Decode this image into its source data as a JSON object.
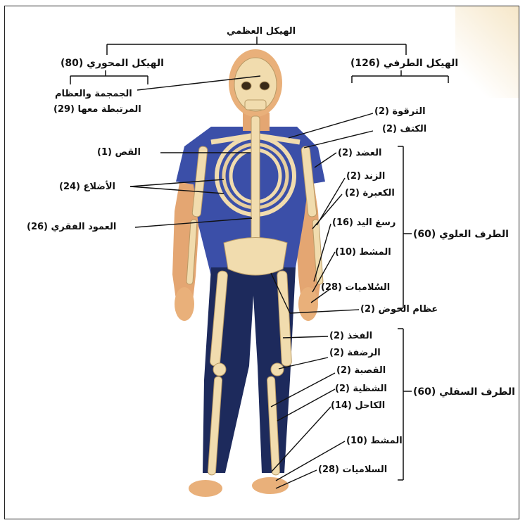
{
  "title": "الهيكل العظمي",
  "axial": {
    "title": "الهيكل المحوري (80)"
  },
  "appendicular": {
    "title": "الهيكل الطرفي (126)"
  },
  "labels": {
    "skull_line1": "الجمجمة والعظام",
    "skull_line2": "المرتبطة معها (29)",
    "sternum": "القص (1)",
    "ribs": "الأضلاع (24)",
    "spine": "العمود الفقري (26)",
    "clavicle": "الترقوة (2)",
    "scapula": "الكتف (2)",
    "humerus": "العضد (2)",
    "ulna": "الزند (2)",
    "radius": "الكعبرة (2)",
    "carpals": "رسغ اليد (16)",
    "metacarpals": "المشط (10)",
    "hand_phalanges": "السُلاميات (28)",
    "upper_limb": "الطرف العلوي (60)",
    "pelvis": "عظام الحوض (2)",
    "femur": "الفخذ (2)",
    "patella": "الرضفة (2)",
    "tibia": "القصبة (2)",
    "fibula": "الشظية (2)",
    "tarsals": "الكاحل (14)",
    "metatarsals": "المشط (10)",
    "foot_phalanges": "السلاميات (28)",
    "lower_limb": "الطرف السفلي (60)"
  },
  "colors": {
    "shirt": "#3b4fa8",
    "pants": "#1d2a5c",
    "skin": "#e9b07a",
    "bone": "#f1dcae",
    "line": "#111111"
  }
}
